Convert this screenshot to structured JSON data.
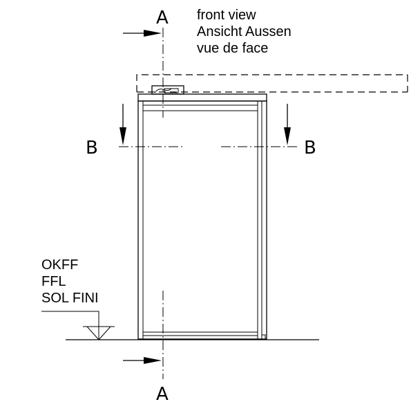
{
  "view_title": {
    "line1": "front view",
    "line2": "Ansicht Aussen",
    "line3": "vue de face"
  },
  "floor_label": {
    "line1": "OKFF",
    "line2": "FFL",
    "line3": "SOL FINI"
  },
  "section_marks": {
    "a_top": "A",
    "a_bottom": "A",
    "b_left": "B",
    "b_right": "B"
  }
}
